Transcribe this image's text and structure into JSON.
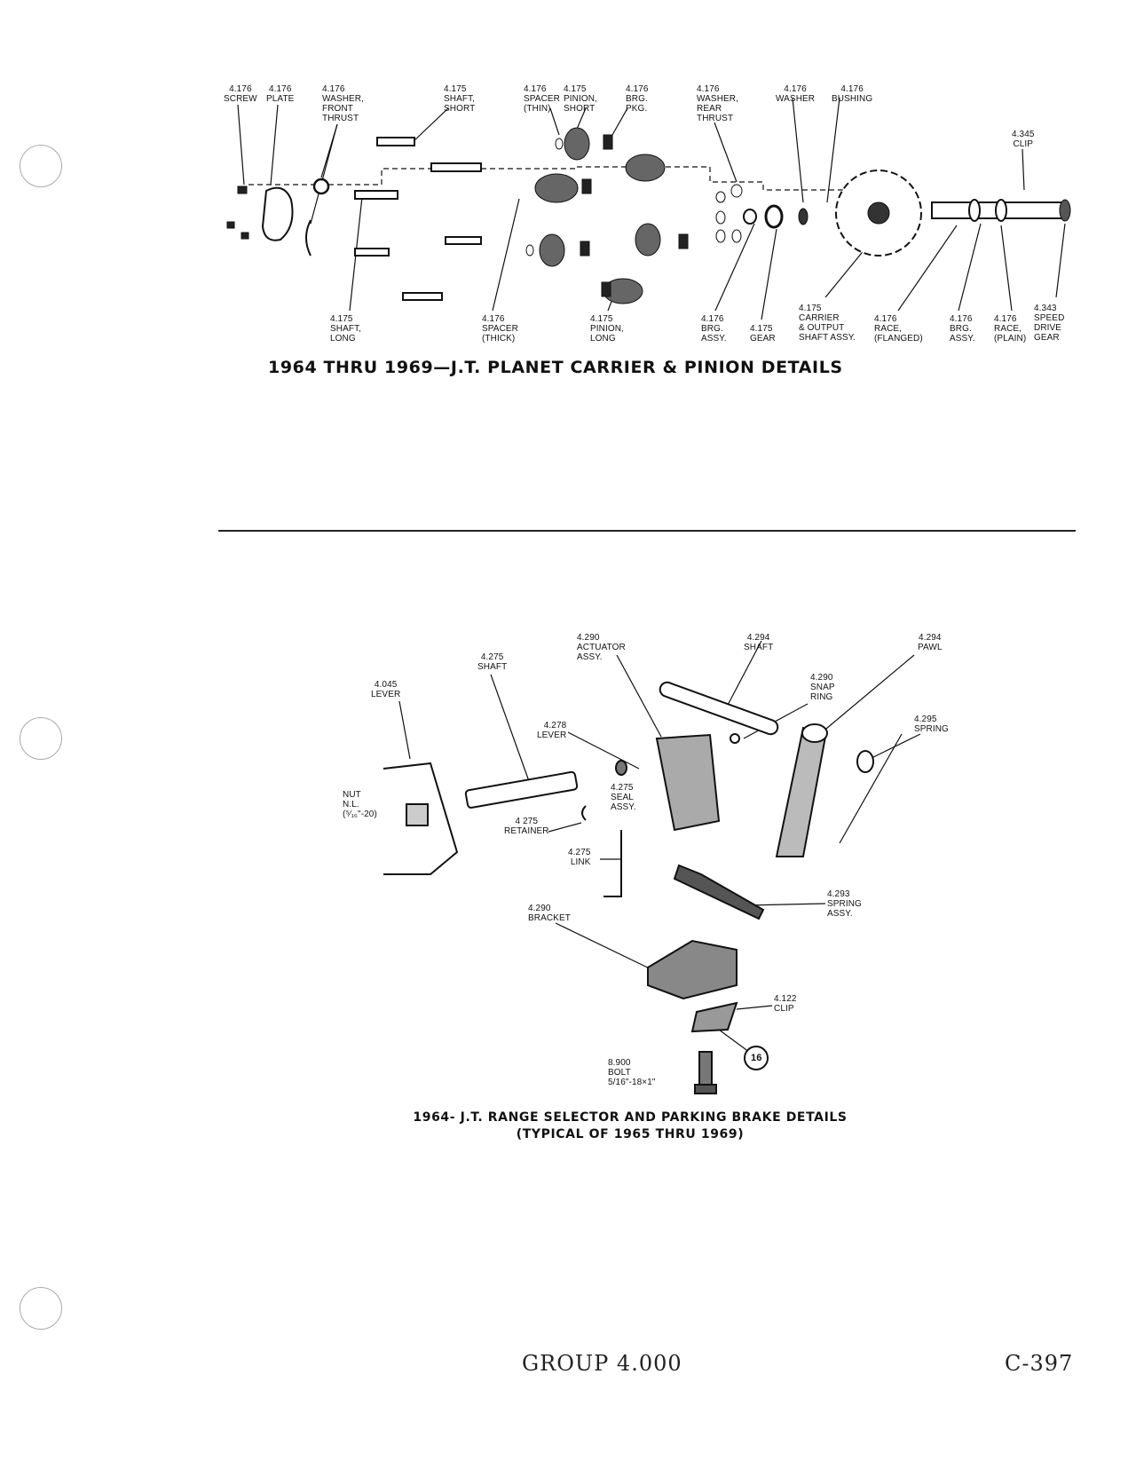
{
  "diagram1": {
    "caption": "1964 THRU 1969—J.T. PLANET CARRIER & PINION DETAILS",
    "labels": {
      "screw": "4.176\nSCREW",
      "plate": "4.176\nPLATE",
      "washer_front": "4.176\nWASHER,\nFRONT\nTHRUST",
      "shaft_short": "4.175\nSHAFT,\nSHORT",
      "spacer_thin": "4.176\nSPACER\n(THIN)",
      "pinion_short": "4.175\nPINION,\nSHORT",
      "brg_pkg": "4.176\nBRG.\nPKG.",
      "washer_rear": "4.176\nWASHER,\nREAR\nTHRUST",
      "washer": "4.176\nWASHER",
      "bushing": "4.176\nBUSHING",
      "clip": "4.345\nCLIP",
      "shaft_long": "4.175\nSHAFT,\nLONG",
      "spacer_thick": "4.176\nSPACER\n(THICK)",
      "pinion_long": "4.175\nPINION,\nLONG",
      "brg_assy": "4.176\nBRG.\nASSY.",
      "gear": "4.175\nGEAR",
      "carrier": "4.175\nCARRIER\n& OUTPUT\nSHAFT ASSY.",
      "race_flanged": "4.176\nRACE,\n(FLANGED)",
      "brg_assy2": "4.176\nBRG.\nASSY.",
      "race_plain": "4.176\nRACE,\n(PLAIN)",
      "speed_drive": "4.343\nSPEED\nDRIVE\nGEAR"
    }
  },
  "diagram2": {
    "caption_line1": "1964- J.T. RANGE SELECTOR AND PARKING BRAKE DETAILS",
    "caption_line2": "(TYPICAL OF 1965 THRU 1969)",
    "labels": {
      "actuator": "4.290\nACTUATOR\nASSY.",
      "shaft_294": "4.294\nSHAFT",
      "pawl": "4.294\nPAWL",
      "shaft_275": "4.275\nSHAFT",
      "lever_045": "4.045\nLEVER",
      "snap_ring": "4.290\nSNAP\nRING",
      "spring_295": "4.295\nSPRING",
      "lever_278": "4.278\nLEVER",
      "seal": "4.275\nSEAL\nASSY.",
      "nut": "NUT\nN.L.\n(⁵⁄₁₆\"-20)",
      "retainer": "4 275\nRETAINER",
      "link": "4.275\nLINK",
      "spring_assy": "4.293\nSPRING\nASSY.",
      "bracket": "4.290\nBRACKET",
      "clip_122": "4.122\nCLIP",
      "bolt": "8.900\nBOLT\n5/16\"-18×1\"",
      "callout": "16"
    }
  },
  "footer": {
    "group": "GROUP 4.000",
    "page": "C-397"
  }
}
